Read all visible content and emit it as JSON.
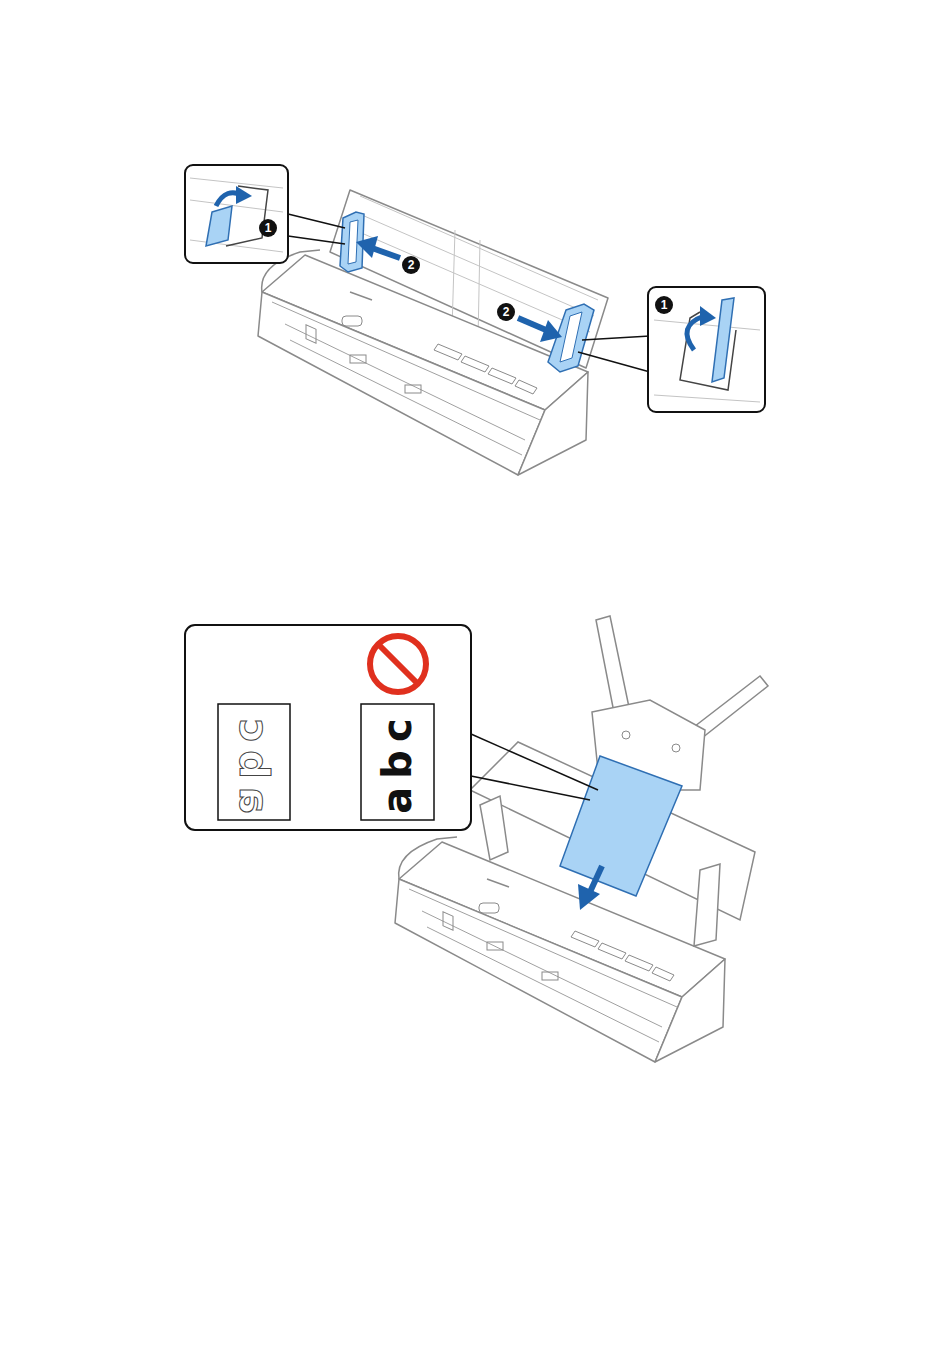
{
  "diagram": {
    "labels": [
      "1",
      "2",
      "2",
      "1",
      "abc",
      "abc"
    ]
  }
}
